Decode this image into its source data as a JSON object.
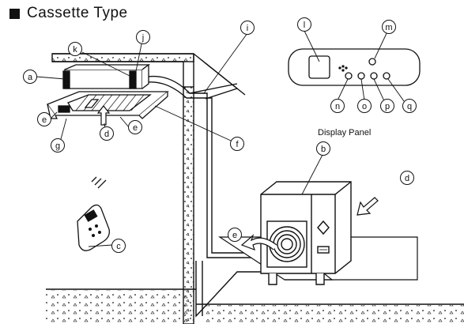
{
  "title": "Cassette Type",
  "panel_caption": "Display Panel",
  "callouts": {
    "a": "a",
    "b": "b",
    "c": "c",
    "d_indoor": "d",
    "d_outdoor": "d",
    "e_left": "e",
    "e_mid": "e",
    "e_outdoor": "e",
    "f": "f",
    "g": "g",
    "i": "i",
    "j": "j",
    "k": "k",
    "l": "l",
    "m": "m",
    "n": "n",
    "o": "o",
    "p": "p",
    "q": "q"
  },
  "colors": {
    "ink": "#111111",
    "paper": "#ffffff"
  }
}
